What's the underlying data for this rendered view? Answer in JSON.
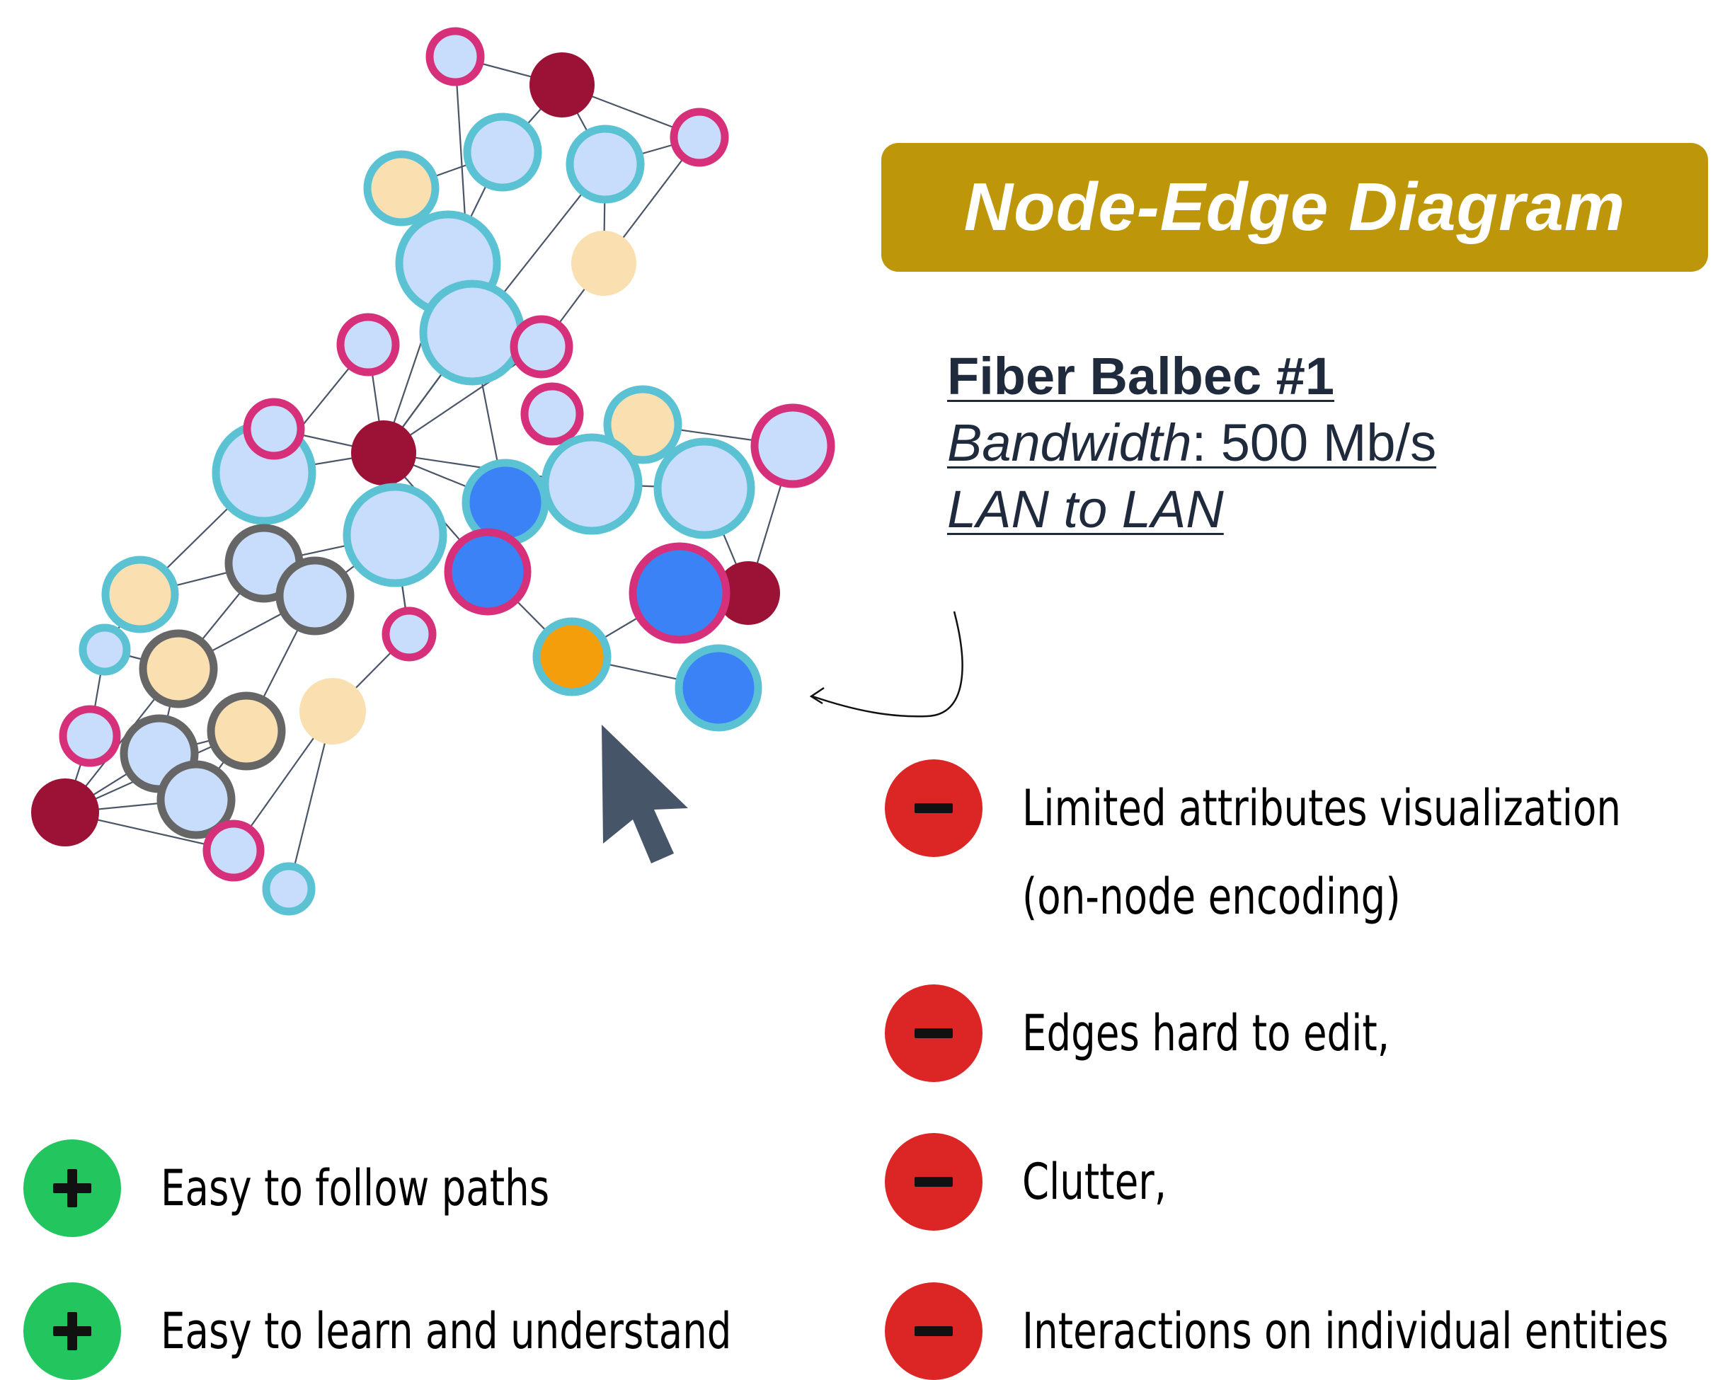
{
  "title": "Node-Edge Diagram",
  "colors": {
    "title_bg": "#bd960a",
    "minus_badge": "#dc2626",
    "plus_badge": "#22c55e",
    "cursor": "#475569",
    "node_light_blue": "#c8ddfb",
    "node_peach": "#fadfb0",
    "node_blue": "#3b82f6",
    "node_orange": "#f59e0b",
    "node_maroon": "#9b1236",
    "ring_teal": "#5bc2d4",
    "ring_pink": "#d6307a",
    "ring_gray": "#666666"
  },
  "info": {
    "name": "Fiber Balbec #1",
    "bandwidth_label": "Bandwidth",
    "bandwidth_value": ": 500 Mb/s",
    "link_type": "LAN to LAN"
  },
  "cons": [
    {
      "icon": "minus-icon",
      "text_line1": "Limited attributes visualization",
      "text_line2": "(on-node encoding)"
    },
    {
      "icon": "minus-icon",
      "text": "Edges hard to edit,"
    },
    {
      "icon": "minus-icon",
      "text": "Clutter,"
    },
    {
      "icon": "minus-icon",
      "text": "Interactions on individual entities"
    }
  ],
  "pros": [
    {
      "icon": "plus-icon",
      "text": "Easy to follow paths"
    },
    {
      "icon": "plus-icon",
      "text": "Easy to learn and understand"
    }
  ],
  "icons": {
    "pointer": "cursor-arrow-icon",
    "callout": "curved-arrow-icon"
  }
}
